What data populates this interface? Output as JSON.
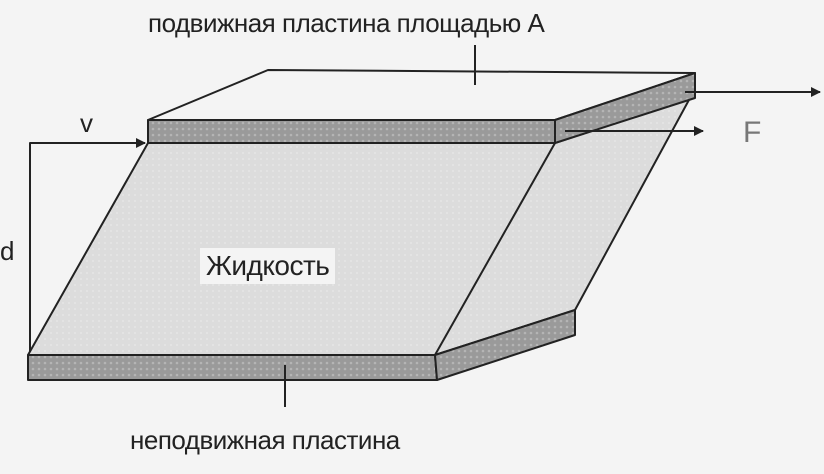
{
  "labels": {
    "top_plate": "подвижная пластина площадью A",
    "bottom_plate": "неподвижная пластина",
    "fluid": "Жидкость",
    "velocity": "v",
    "distance": "d",
    "force": "F"
  },
  "colors": {
    "plate": "#9a9a9a",
    "fluid": "#dcdcdc",
    "line": "#222222",
    "background": "#f4f4f4"
  }
}
